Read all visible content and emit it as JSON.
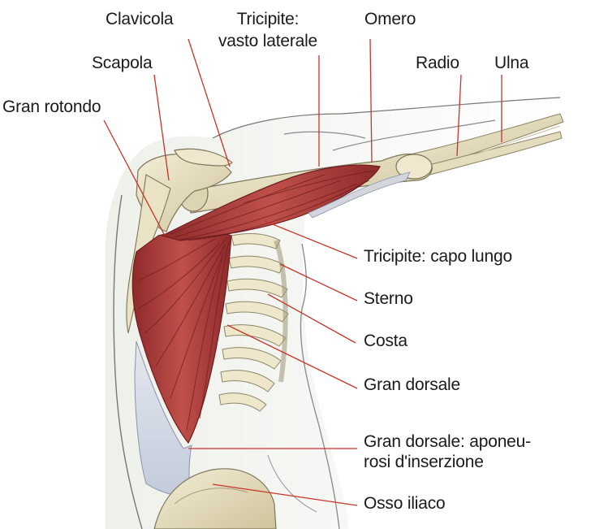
{
  "colors": {
    "background": "#ffffff",
    "leader_line": "#c8342a",
    "muscle": "#a83a36",
    "muscle_dark": "#7a1f22",
    "bone": "#e9e2c4",
    "bone_shade": "#b9ae86",
    "outline": "#6b6b6b",
    "aponeurosis": "#cfd7e6"
  },
  "labels": {
    "clavicola": "Clavicola",
    "tricipite_vasto_1": "Tricipite:",
    "tricipite_vasto_2": "vasto laterale",
    "omero": "Omero",
    "scapola": "Scapola",
    "radio": "Radio",
    "ulna": "Ulna",
    "gran_rotondo": "Gran rotondo",
    "tricipite_capo_lungo": "Tricipite: capo lungo",
    "sterno": "Sterno",
    "costa": "Costa",
    "gran_dorsale": "Gran dorsale",
    "aponeurosi_1": "Gran dorsale: aponeu-",
    "aponeurosi_2": "rosi d'inserzione",
    "osso_iliaco": "Osso iliaco"
  }
}
